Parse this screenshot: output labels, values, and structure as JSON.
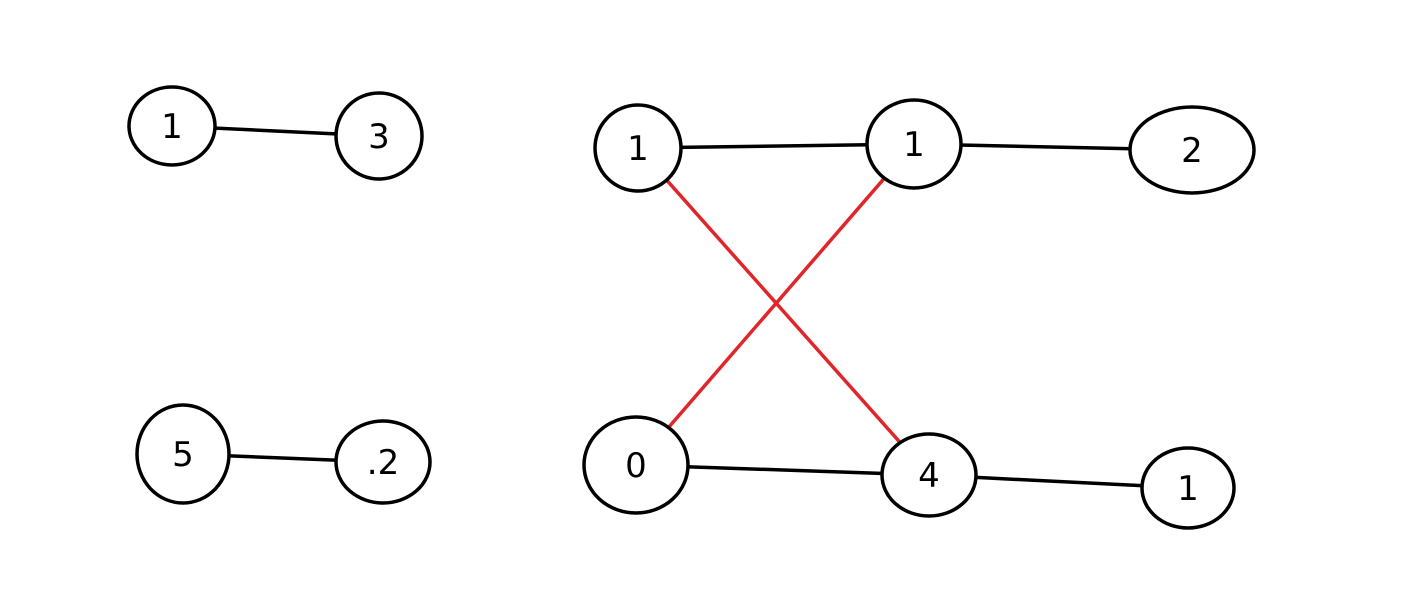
{
  "colors": {
    "black_edge": "#000000",
    "red_edge": "#e0262b",
    "node_stroke": "#000000",
    "background": "#ffffff"
  },
  "graph": {
    "nodes": [
      {
        "id": "a1",
        "label": "1"
      },
      {
        "id": "a2",
        "label": "3"
      },
      {
        "id": "b1",
        "label": "5"
      },
      {
        "id": "b2",
        "label": ".2"
      },
      {
        "id": "c1",
        "label": "1"
      },
      {
        "id": "c2",
        "label": "1"
      },
      {
        "id": "c3",
        "label": "2"
      },
      {
        "id": "c4",
        "label": "0"
      },
      {
        "id": "c5",
        "label": "4"
      },
      {
        "id": "c6",
        "label": "1"
      }
    ],
    "edges": [
      {
        "from": "a1",
        "to": "a2",
        "color": "black"
      },
      {
        "from": "b1",
        "to": "b2",
        "color": "black"
      },
      {
        "from": "c1",
        "to": "c2",
        "color": "black"
      },
      {
        "from": "c2",
        "to": "c3",
        "color": "black"
      },
      {
        "from": "c4",
        "to": "c5",
        "color": "black"
      },
      {
        "from": "c5",
        "to": "c6",
        "color": "black"
      },
      {
        "from": "c1",
        "to": "c5",
        "color": "red"
      },
      {
        "from": "c2",
        "to": "c4",
        "color": "red"
      }
    ]
  }
}
